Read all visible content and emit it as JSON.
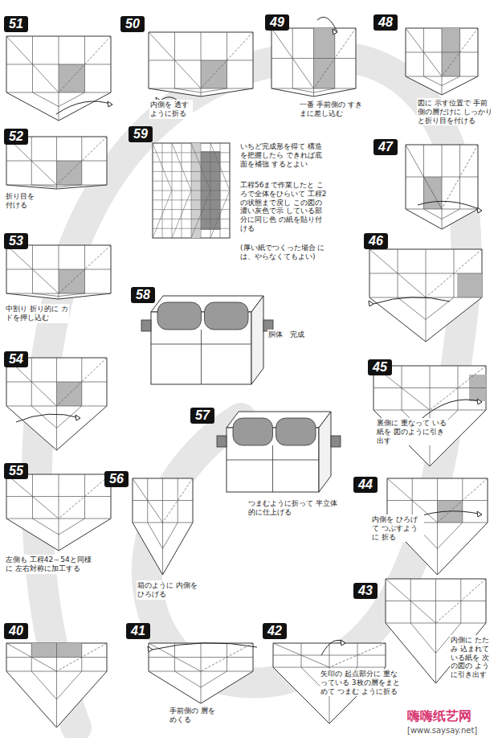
{
  "diagram": {
    "nodes": [
      {
        "text": [
          "51"
        ]
      },
      {
        "text": [
          "50"
        ]
      },
      {
        "text": [
          "49"
        ]
      },
      {
        "text": [
          "48"
        ]
      },
      {
        "text": [
          "52"
        ]
      },
      {
        "text": [
          "59"
        ]
      },
      {
        "text": [
          "47"
        ]
      },
      {
        "text": [
          "53"
        ]
      },
      {
        "text": [
          "58"
        ]
      },
      {
        "text": [
          "46"
        ]
      },
      {
        "text": [
          "54"
        ]
      },
      {
        "text": [
          "45"
        ]
      },
      {
        "text": [
          "57"
        ]
      },
      {
        "text": [
          "55"
        ]
      },
      {
        "text": [
          "56"
        ]
      },
      {
        "text": [
          "44"
        ]
      },
      {
        "text": [
          "43"
        ]
      },
      {
        "text": [
          "40"
        ]
      },
      {
        "text": [
          "41"
        ]
      },
      {
        "text": [
          "42"
        ]
      }
    ],
    "labels": [
      "内側を 透す ように折る",
      "一番 手前側の すきまに差し込む",
      "図に 示す位置で 手前側の層だけに しっかりと折り目を付ける",
      "折り目を 付ける",
      "いちど完成形を得て 構造を把握したら できれば底面を補強 するとよい",
      "工程56まで作業したと ころで全体をひらいて 工程2の状態まで戻し この図の濃い灰色で示 している部分に同じ色 の紙を貼り付ける",
      "(厚い紙でつくった場合 には、やらなくてもよい)",
      "中割り 折り的に カドを押し込む",
      "胴体　完成",
      "裏側に 重なって いる紙を 図のように引き出す",
      "つまむように折って 半立体的に仕上げる",
      "箱のように 内側をひろげる",
      "内側を ひろげて つぶすように 折る",
      "左側も 工程42～54と同様に 左右対称に加工する",
      "内側に たたみ 込まれて いる紙を 次の図の ように引き出す",
      "手前側の 層をめくる",
      "矢印の 起点部分に 重なっている 3枚の層をまとめて つまむ ように折る",
      "嗨嗨纸艺网",
      "[www.saysay.net]"
    ]
  }
}
